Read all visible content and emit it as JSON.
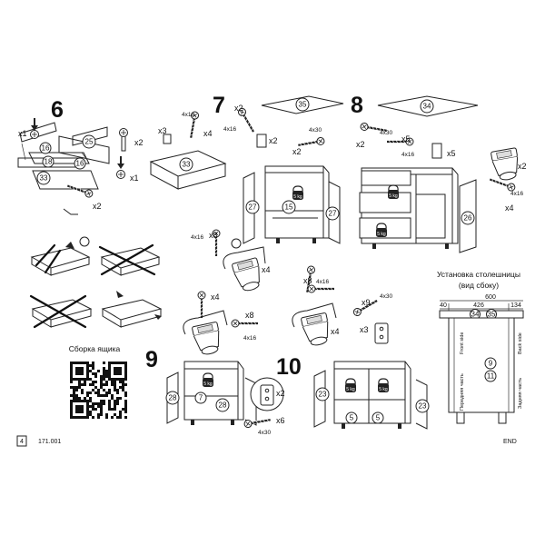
{
  "page_number": "4",
  "doc_code": "171.001",
  "end_label": "END",
  "drawer_assembly_title": "Сборка ящика",
  "steps": {
    "s6": {
      "number": "6",
      "qty_dowel": "x1",
      "qty_cam": "x2",
      "qty_cam2": "x1",
      "qty_screw": "x2",
      "parts": [
        "16",
        "25",
        "18",
        "16",
        "33"
      ]
    },
    "s7": {
      "number": "7",
      "qty_rail": "x3",
      "qty_screw_a": "x4",
      "size_screw_a": "4x16",
      "part_drawer": "33",
      "qty_screw_b": "x2",
      "size_screw_b": "4x16",
      "qty_bracket": "x2",
      "qty_long": "x2",
      "size_long": "4x30",
      "top_part": "35",
      "parts": [
        "27",
        "15",
        "27"
      ],
      "kg": "5 kg",
      "qty_hinge_screw": "x8",
      "size_hinge_screw": "4x16",
      "qty_hinge": "x4"
    },
    "s8": {
      "number": "8",
      "top_part": "34",
      "qty_long": "x2",
      "size_long": "4x30",
      "qty_screw": "x5",
      "size_screw": "4x16",
      "qty_bracket": "x5",
      "qty_hinge": "x2",
      "qty_hinge_screw": "x4",
      "size_hinge_screw": "4x16",
      "part_door": "26",
      "kg1": "5 kg",
      "kg2": "5 kg"
    },
    "s9": {
      "number": "9",
      "qty_hinge": "x4",
      "qty_hinge_screw": "x8",
      "size_hinge_screw": "4x16",
      "parts": [
        "28",
        "7",
        "28"
      ],
      "kg": "5 kg",
      "qty_plate": "x2",
      "qty_long": "x6",
      "size_long": "4x30"
    },
    "s10": {
      "number": "10",
      "qty_screw": "x8",
      "size_screw": "4x16",
      "qty_long": "x9",
      "size_long": "4x30",
      "qty_plate": "x3",
      "qty_hinge": "x4",
      "parts": [
        "23",
        "5",
        "5",
        "23"
      ],
      "kg1": "5 kg",
      "kg2": "5 kg"
    }
  },
  "worktop": {
    "title_line1": "Установка столешницы",
    "title_line2": "(вид сбоку)",
    "dim_total": "600",
    "dim_left": "40",
    "dim_mid": "426",
    "dim_right": "134",
    "parts_top": [
      "34",
      "35"
    ],
    "parts_side": [
      "9",
      "11"
    ],
    "label_front_en": "Front side",
    "label_front_ru": "Передняя часть",
    "label_back_en": "Back side",
    "label_back_ru": "Задняя часть"
  }
}
